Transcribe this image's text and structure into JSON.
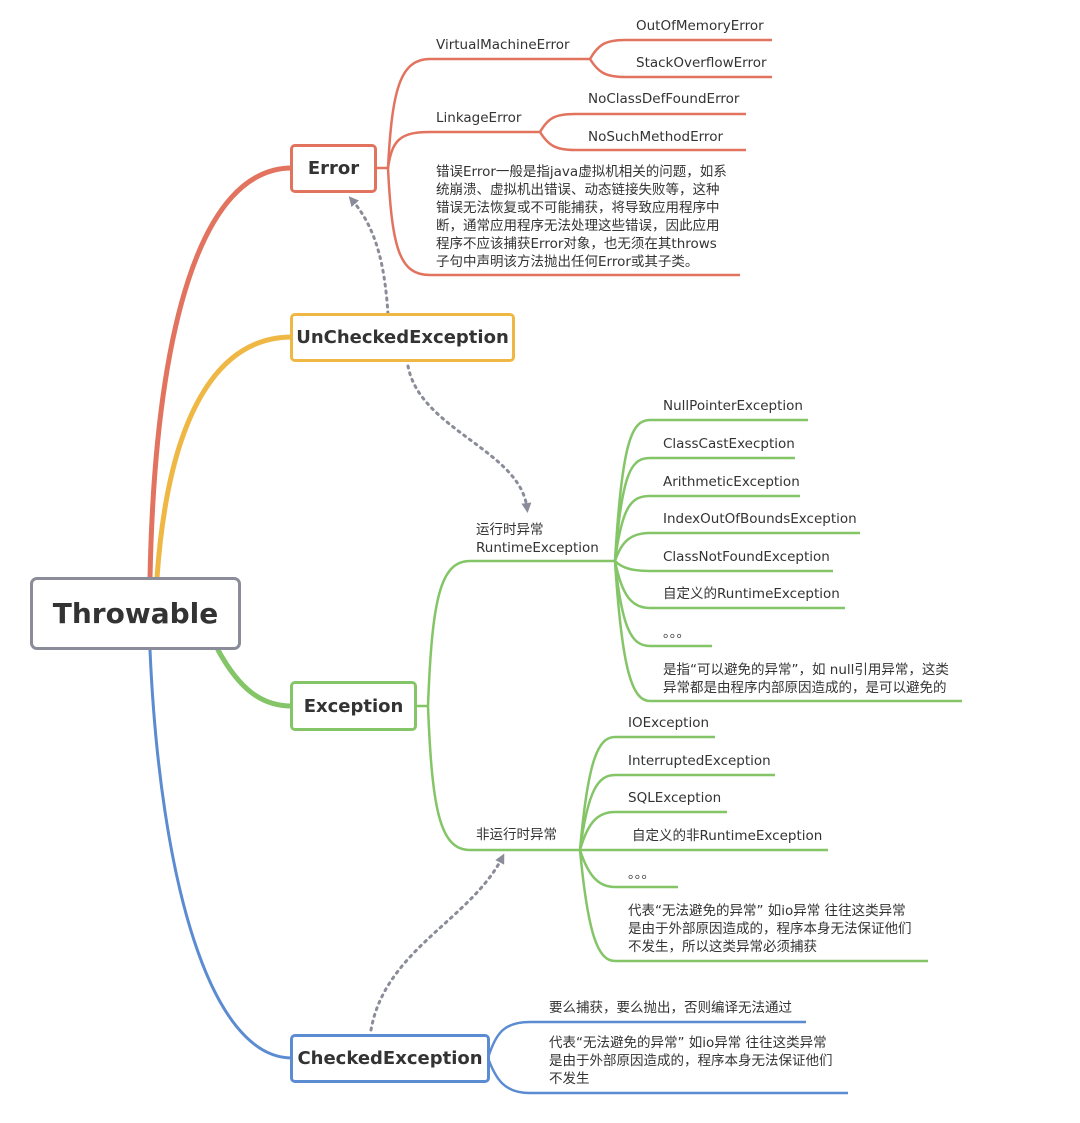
{
  "root": {
    "label": "Throwable"
  },
  "branches": {
    "error": "Error",
    "unchecked": "UnCheckedException",
    "exception": "Exception",
    "checked": "CheckedException"
  },
  "error": {
    "vm": "VirtualMachineError",
    "vm_children": [
      "OutOfMemoryError",
      "StackOverflowError"
    ],
    "linkage": "LinkageError",
    "linkage_children": [
      "NoClassDefFoundError",
      "NoSuchMethodError"
    ],
    "description": "错误Error一般是指java虚拟机相关的问题，如系\n统崩溃、虚拟机出错误、动态链接失败等，这种\n错误无法恢复或不可能捕获，将导致应用程序中\n断，通常应用程序无法处理这些错误，因此应用\n程序不应该捕获Error对象，也无须在其throws\n子句中声明该方法抛出任何Error或其子类。"
  },
  "exception": {
    "runtime_label": "运行时异常\nRuntimeException",
    "runtime_children": [
      "NullPointerException",
      "ClassCastExecption",
      "ArithmeticException",
      "IndexOutOfBoundsException",
      "ClassNotFoundException",
      "自定义的RuntimeException",
      "。。。"
    ],
    "runtime_description": "是指“可以避免的异常”，如 null引用异常，这类\n异常都是由程序内部原因造成的，是可以避免的",
    "non_runtime_label": "非运行时异常",
    "non_runtime_children": [
      "IOException",
      "InterruptedException",
      "SQLException",
      "自定义的非RuntimeException",
      "。。。"
    ],
    "non_runtime_description": "代表“无法避免的异常” 如io异常   往往这类异常\n是由于外部原因造成的，程序本身无法保证他们\n不发生，所以这类异常必须捕获"
  },
  "checked": {
    "rule": "要么捕获，要么抛出，否则编译无法通过",
    "description": "代表“无法避免的异常” 如io异常   往往这类异常\n是由于外部原因造成的，程序本身无法保证他们\n不发生"
  },
  "colors": {
    "error": "#e2735f",
    "unchecked": "#efb845",
    "exception": "#84c567",
    "checked": "#5b8bd1",
    "root_border": "#8a8d99",
    "dotted": "#8a8d99"
  }
}
